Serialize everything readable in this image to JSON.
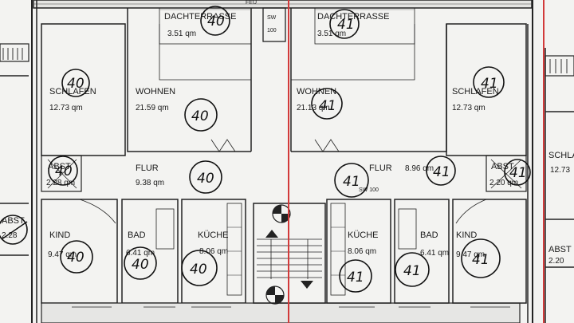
{
  "rooms": {
    "dachterrasse_left": {
      "name": "DACHTERRASSE",
      "area": "3.51 qm"
    },
    "dachterrasse_right": {
      "name": "DACHTERRASSE",
      "area": "3.51 qm"
    },
    "schlafen_left": {
      "name": "SCHLAFEN",
      "area": "12.73 qm"
    },
    "schlafen_right": {
      "name": "SCHLAFEN",
      "area": "12.73 qm"
    },
    "wohnen_left": {
      "name": "WOHNEN",
      "area": "21.59 qm"
    },
    "wohnen_right": {
      "name": "WOHNEN",
      "area": "21.13 qm"
    },
    "flur_left": {
      "name": "FLUR",
      "area": "9.38 qm"
    },
    "flur_right": {
      "name": "FLUR",
      "area": "8.96 qm"
    },
    "abst_left": {
      "name": "ABST",
      "area": "2.28 qm"
    },
    "abst_right": {
      "name": "ABST",
      "area": "2.20 qm"
    },
    "kind_left": {
      "name": "KIND",
      "area": "9.47 qm"
    },
    "kind_right": {
      "name": "KIND",
      "area": "9.47 qm"
    },
    "bad_left": {
      "name": "BAD",
      "area": "6.41 qm"
    },
    "bad_right": {
      "name": "BAD",
      "area": "6.41 qm"
    },
    "kueche_left": {
      "name": "KÜCHE",
      "area": "8.06 qm"
    },
    "kueche_right": {
      "name": "KÜCHE",
      "area": "8.06 qm"
    },
    "schlafen_far_right": {
      "name": "SCHLA",
      "area": "12.73"
    },
    "abst_far_right": {
      "name": "ABST",
      "area": "2.20"
    },
    "abst_far_left": {
      "name": "ABST",
      "area": "2.28"
    }
  },
  "small_labels": {
    "sw_top": "SW",
    "sw_top_num": "100",
    "sw_right": "SW 100",
    "feu": "FEU"
  },
  "handwritten": {
    "unit_40": "40",
    "unit_41": "41"
  }
}
